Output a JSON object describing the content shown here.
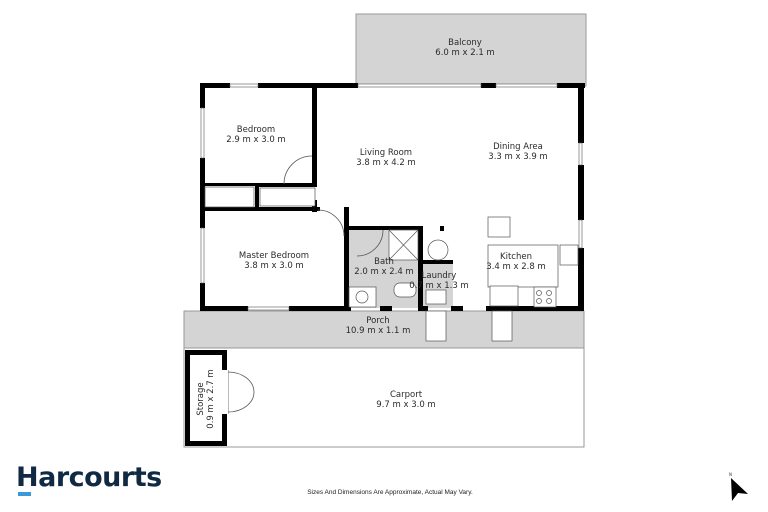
{
  "floorplan": {
    "rooms": [
      {
        "id": "balcony",
        "name": "Balcony",
        "dims": "6.0 m x 2.1 m"
      },
      {
        "id": "bedroom",
        "name": "Bedroom",
        "dims": "2.9 m x 3.0 m"
      },
      {
        "id": "living",
        "name": "Living Room",
        "dims": "3.8 m x 4.2 m"
      },
      {
        "id": "dining",
        "name": "Dining Area",
        "dims": "3.3 m x 3.9 m"
      },
      {
        "id": "master",
        "name": "Master Bedroom",
        "dims": "3.8 m x 3.0 m"
      },
      {
        "id": "bath",
        "name": "Bath",
        "dims": "2.0 m x 2.4 m"
      },
      {
        "id": "laundry",
        "name": "Laundry",
        "dims": "0.7 m x 1.3 m"
      },
      {
        "id": "kitchen",
        "name": "Kitchen",
        "dims": "3.4 m x 2.8 m"
      },
      {
        "id": "porch",
        "name": "Porch",
        "dims": "10.9 m x 1.1 m"
      },
      {
        "id": "storage",
        "name": "Storage",
        "dims": "0.9 m x 2.7 m"
      },
      {
        "id": "carport",
        "name": "Carport",
        "dims": "9.7 m x 3.0 m"
      }
    ],
    "colors": {
      "wall": "#000000",
      "exterior_area": "#d4d4d4",
      "wet_area": "#d4d4d4",
      "interior": "#ffffff",
      "brand": "#102a43",
      "brand_accent": "#3a9ad9"
    }
  },
  "footer": {
    "brand": "Harcourts",
    "disclaimer": "Sizes And Dimensions Are Approximate, Actual May Vary.",
    "north_label": "N"
  }
}
